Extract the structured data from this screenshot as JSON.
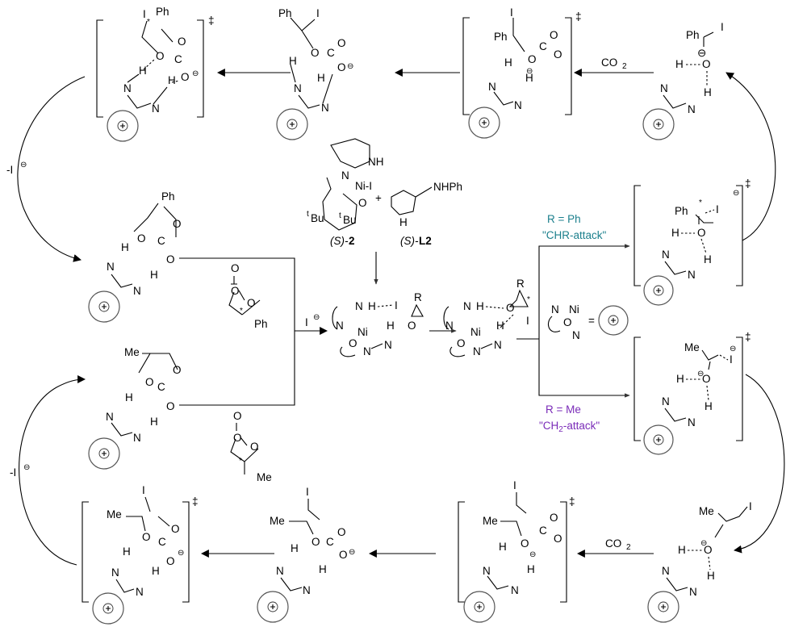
{
  "labels": {
    "dagger": "‡",
    "co2": "CO",
    "co2_sub": "2",
    "iodide": "I",
    "minus": "⊖",
    "plus": "+",
    "iodide_minus_left": "-I",
    "ph": "Ph",
    "me": "Me",
    "o": "O",
    "c": "C",
    "h": "H",
    "n": "N",
    "ni": "Ni",
    "i": "I",
    "r": "R",
    "star": "*",
    "nh": "NH",
    "nhph": "NHPh",
    "ni_i": "Ni-I",
    "tbu_t": "t",
    "tbu_bu": "Bu",
    "catalyst_s": "(S)-",
    "catalyst_num": "2",
    "ligand_s": "(S)-",
    "ligand_num": "L2",
    "r_ph": "R = Ph",
    "chr_attack": "\"CHR-attack\"",
    "r_me": "R = Me",
    "ch2_attack_a": "\"CH",
    "ch2_attack_sub": "2",
    "ch2_attack_b": "-attack\"",
    "equals": "="
  },
  "colors": {
    "ph_branch": "#1b7f8c",
    "me_branch": "#7a2bb8"
  }
}
